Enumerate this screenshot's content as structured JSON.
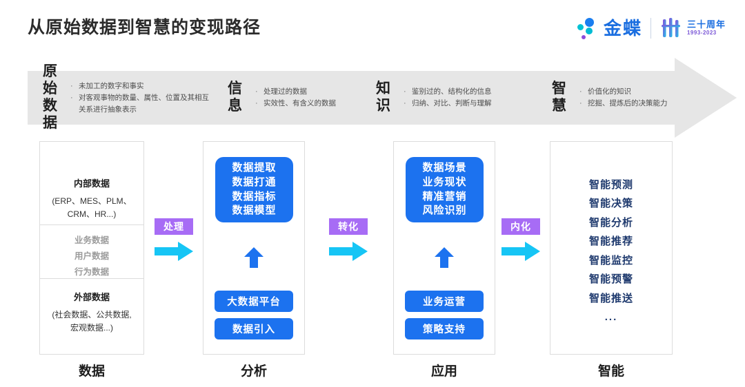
{
  "header": {
    "title": "从原始数据到智慧的变现路径",
    "logo": {
      "word": "金蝶",
      "anniversary": "三十周年",
      "years": "1993-2023"
    }
  },
  "banner": {
    "stages": [
      {
        "name": "原始\n数据",
        "name_line1": "原始",
        "name_line2": "数据",
        "bullets": [
          "未加工的数字和事实",
          "对客观事物的数量、属性、位置及其相互关系进行抽象表示"
        ]
      },
      {
        "name_line1": "信",
        "name_line2": "息",
        "bullets": [
          "处理过的数据",
          "实效性、有含义的数据"
        ]
      },
      {
        "name_line1": "知",
        "name_line2": "识",
        "bullets": [
          "鉴别过的、结构化的信息",
          "归纳、对比、判断与理解"
        ]
      },
      {
        "name_line1": "智",
        "name_line2": "慧",
        "bullets": [
          "价值化的知识",
          "挖掘、提炼后的决策能力"
        ]
      }
    ]
  },
  "columns": {
    "captions": [
      "数据",
      "分析",
      "应用",
      "智能"
    ],
    "data_column": {
      "internal_title": "内部数据",
      "internal_sub_line1": "(ERP、MES、PLM、",
      "internal_sub_line2": "CRM、HR...)",
      "middle_items": [
        "业务数据",
        "用户数据",
        "行为数据"
      ],
      "external_title": "外部数据",
      "external_sub_line1": "(社会数据、公共数据,",
      "external_sub_line2": "宏观数据...)"
    },
    "analysis_column": {
      "panel_items": [
        "数据提取",
        "数据打通",
        "数据指标",
        "数据模型"
      ],
      "buttons": [
        "大数据平台",
        "数据引入"
      ]
    },
    "application_column": {
      "panel_items": [
        "数据场景",
        "业务现状",
        "精准营销",
        "风险识别"
      ],
      "buttons": [
        "业务运营",
        "策略支持"
      ]
    },
    "smart_column": {
      "items": [
        "智能预测",
        "智能决策",
        "智能分析",
        "智能推荐",
        "智能监控",
        "智能预警",
        "智能推送",
        "..."
      ]
    }
  },
  "connectors": [
    {
      "label": "处理"
    },
    {
      "label": "转化"
    },
    {
      "label": "内化"
    }
  ],
  "colors": {
    "blue": "#1c72ef",
    "navy": "#1f3a6e",
    "purple": "#a76cf5",
    "cyan": "#16c5f5",
    "banner_gray": "#e6e6e6",
    "muted_gray": "#9b9b9b"
  }
}
